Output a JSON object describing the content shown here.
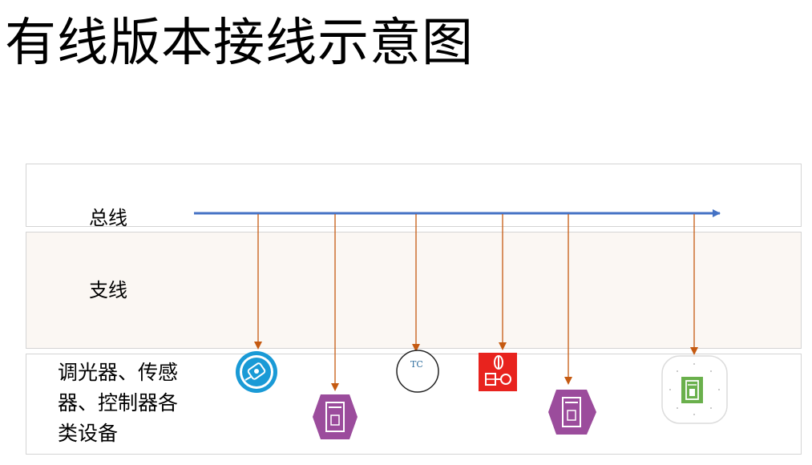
{
  "title": "有线版本接线示意图",
  "labels": {
    "bus": "总线",
    "branch": "支线",
    "devices": "调光器、传感器、控制器各类设备"
  },
  "devices": [
    {
      "name": "dimmer",
      "icon": "dimmer-icon"
    },
    {
      "name": "controller-a",
      "icon": "controller-icon"
    },
    {
      "name": "tc",
      "icon": "tc-icon",
      "text": "TC"
    },
    {
      "name": "sensor",
      "icon": "sensor-icon"
    },
    {
      "name": "controller-b",
      "icon": "controller-icon"
    },
    {
      "name": "switch-panel",
      "icon": "switch-panel-icon"
    }
  ],
  "colors": {
    "bus_line": "#4472c4",
    "branch_line": "#c55a11",
    "dimmer_blue": "#1a9ad6",
    "controller_purple": "#9b4c9c",
    "sensor_red": "#e8231e",
    "switch_green": "#6ab04c",
    "tc_text": "#2e6e9e"
  }
}
